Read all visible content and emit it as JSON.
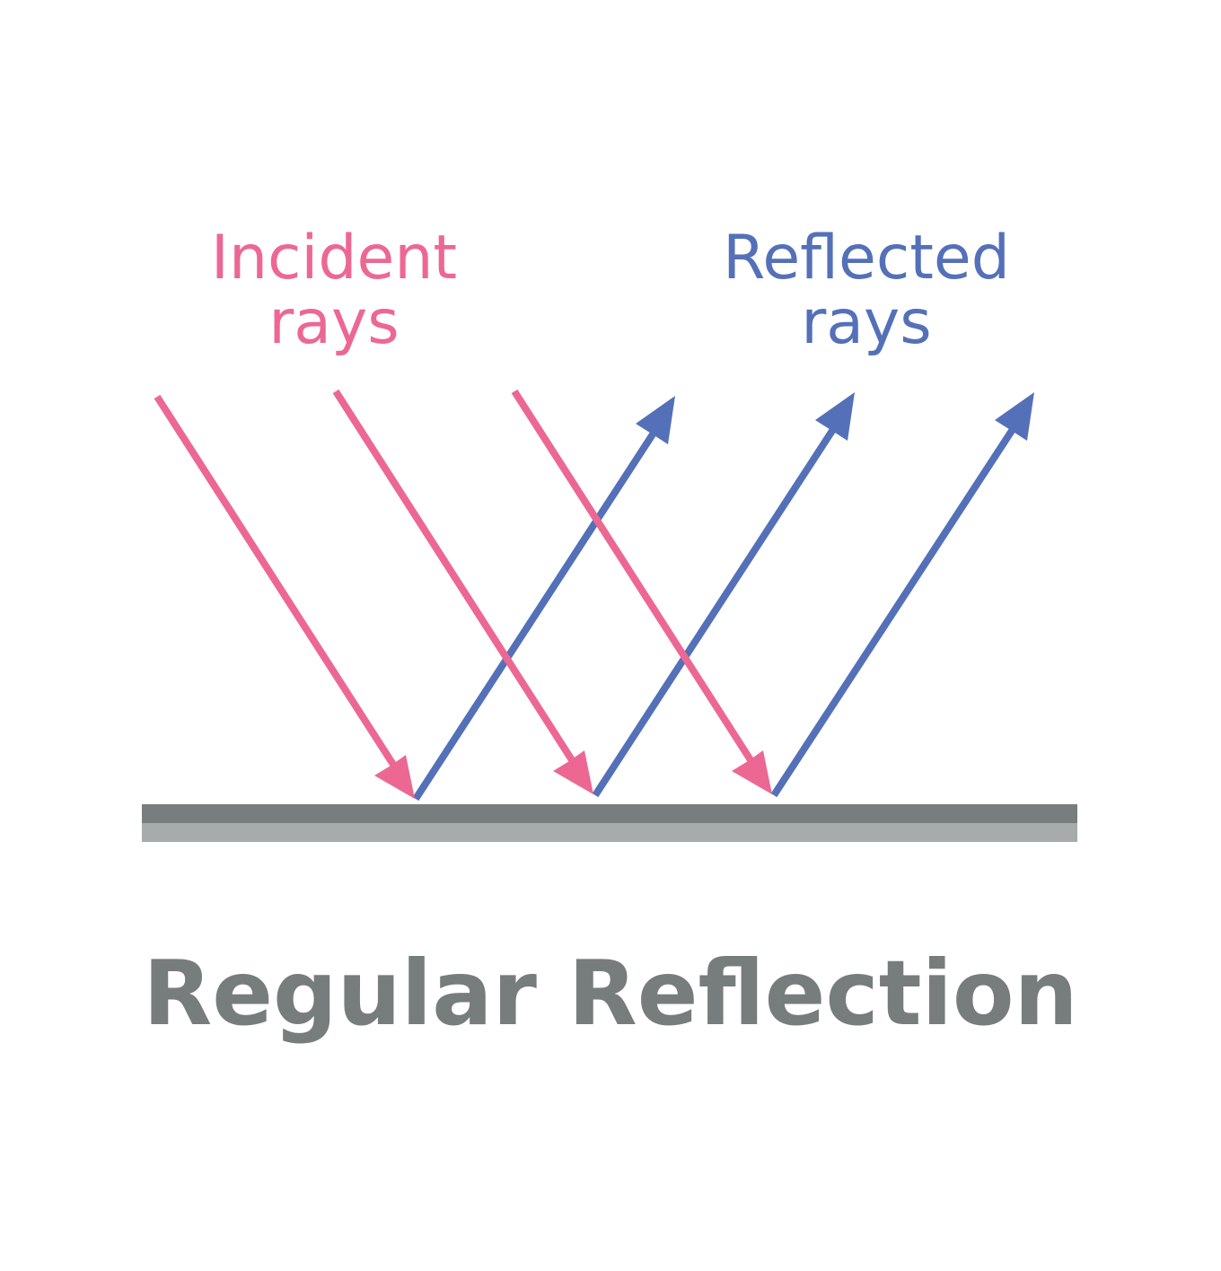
{
  "title": "Regular Reflection",
  "labels": {
    "incident_line1": "Incident",
    "incident_line2": "rays",
    "reflected_line1": "Reflected",
    "reflected_line2": "rays"
  },
  "colors": {
    "incident": "#ec6893",
    "reflected": "#5470b8",
    "surface_top": "#787d7e",
    "surface_bottom": "#a7abab",
    "title": "#777c7d"
  },
  "rays": {
    "count": 3
  }
}
